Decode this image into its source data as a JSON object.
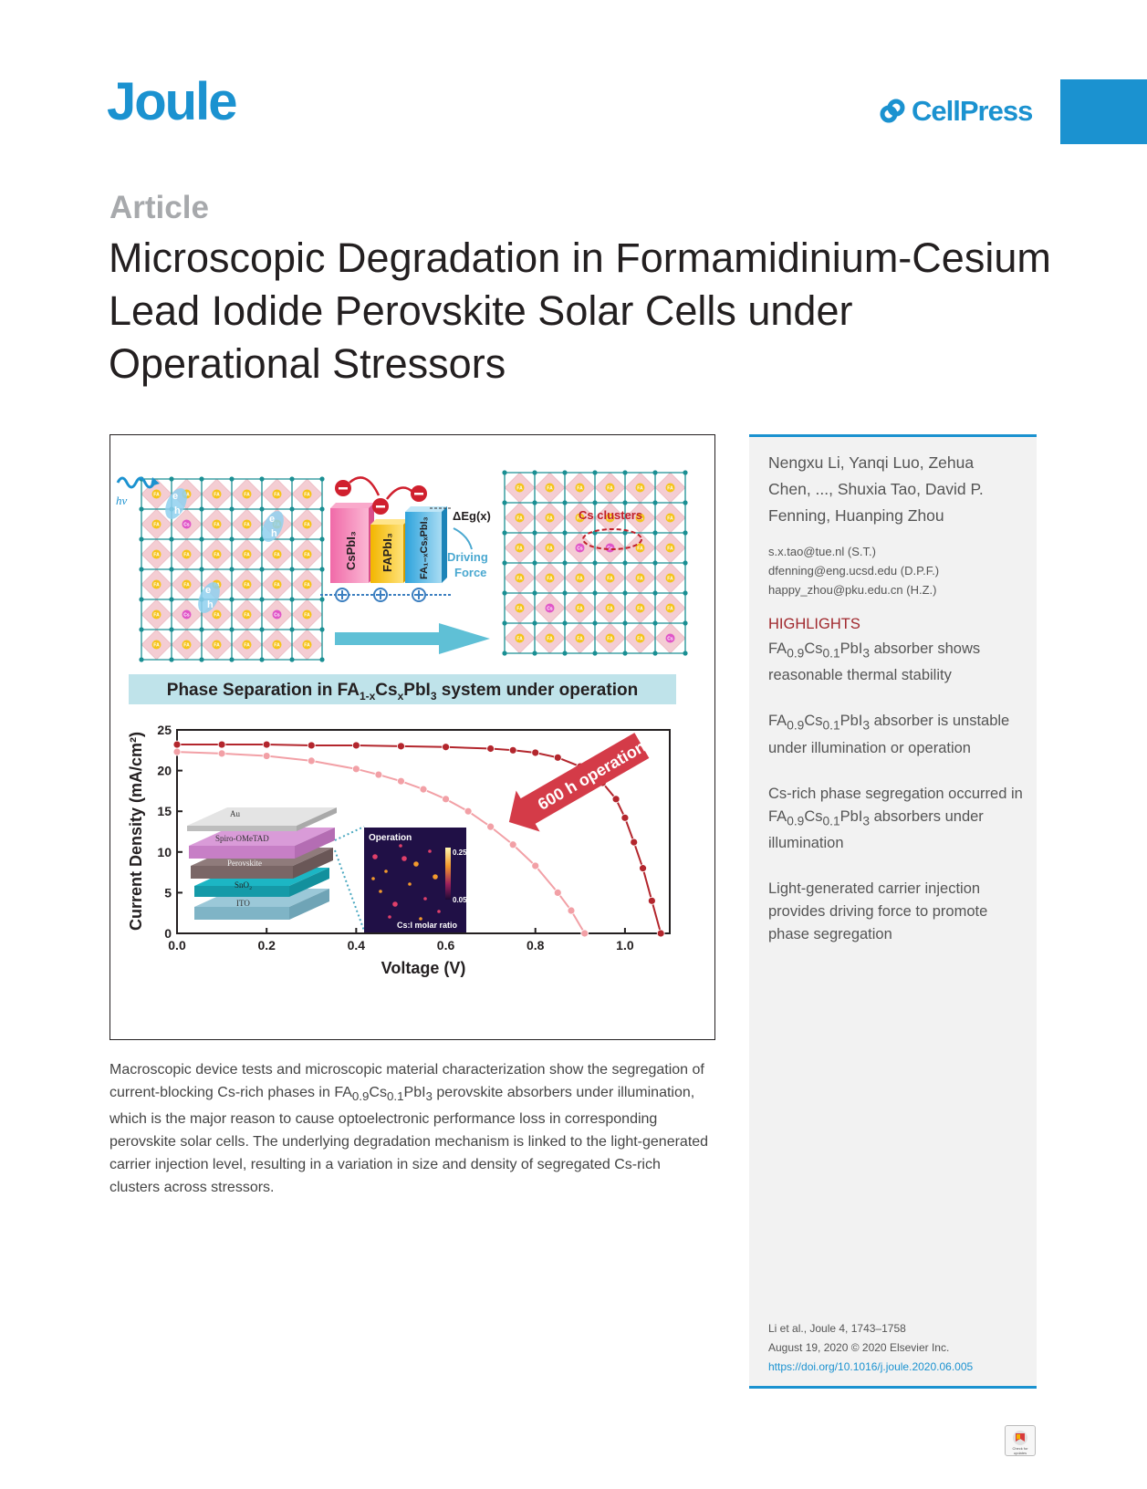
{
  "header": {
    "journal": "Joule",
    "publisher": "CellPress",
    "brand_color": "#1b92d0"
  },
  "article_type": "Article",
  "title": "Microscopic Degradation in Formamidinium-Cesium Lead Iodide Perovskite Solar Cells under Operational Stressors",
  "graphical_abstract": {
    "label_hv": "hv",
    "label_csPbI3": "CsPbI₃",
    "label_faPbI3": "FAPbI₃",
    "label_mixed": "FA₁₋ₓCsₓPbI₃",
    "label_deltaEg": "ΔEg(x)",
    "label_driving_1": "Driving",
    "label_driving_2": "Force",
    "label_cs_clusters": "Cs clusters",
    "label_FA": "FA",
    "label_Cs": "Cs",
    "label_e": "e",
    "label_h": "h",
    "banner_parts": [
      "Phase Separation in FA",
      "1-x",
      "Cs",
      "x",
      "PbI",
      "3",
      " system under operation"
    ],
    "arrow_label": "600 h operation",
    "device_layers": [
      "Au",
      "Spiro-OMeTAD",
      "Perovskite",
      "SnO₂",
      "ITO"
    ],
    "map_title": "Operation",
    "map_scale_max": "0.25",
    "map_scale_min": "0.05",
    "map_label": "Cs:I molar ratio"
  },
  "chart_data": {
    "type": "line",
    "xlabel": "Voltage (V)",
    "ylabel": "Current Density (mA/cm²)",
    "xlim": [
      0,
      1.1
    ],
    "ylim": [
      0,
      25
    ],
    "xticks": [
      "0.0",
      "0.2",
      "0.4",
      "0.6",
      "0.8",
      "1.0"
    ],
    "yticks": [
      "0",
      "5",
      "10",
      "15",
      "20",
      "25"
    ],
    "series": [
      {
        "color": "#b3262d",
        "x": [
          0.0,
          0.1,
          0.2,
          0.3,
          0.4,
          0.5,
          0.6,
          0.7,
          0.75,
          0.8,
          0.85,
          0.9,
          0.95,
          0.98,
          1.0,
          1.02,
          1.04,
          1.06,
          1.08
        ],
        "y": [
          23.2,
          23.2,
          23.2,
          23.1,
          23.1,
          23.0,
          22.9,
          22.7,
          22.5,
          22.2,
          21.6,
          20.5,
          18.5,
          16.5,
          14.2,
          11.2,
          8.0,
          4.0,
          0
        ]
      },
      {
        "color": "#f2a0a6",
        "x": [
          0.0,
          0.1,
          0.2,
          0.3,
          0.4,
          0.45,
          0.5,
          0.55,
          0.6,
          0.65,
          0.7,
          0.75,
          0.8,
          0.85,
          0.88,
          0.91
        ],
        "y": [
          22.3,
          22.1,
          21.8,
          21.2,
          20.2,
          19.5,
          18.7,
          17.7,
          16.5,
          15.0,
          13.1,
          10.9,
          8.3,
          5.0,
          2.8,
          0
        ]
      }
    ]
  },
  "caption_parts": [
    "Macroscopic device tests and microscopic material characterization show the segregation of current-blocking Cs-rich phases in FA",
    "0.9",
    "Cs",
    "0.1",
    "PbI",
    "3",
    " perovskite absorbers under illumination, which is the major reason to cause optoelectronic performance loss in corresponding perovskite solar cells. The underlying degradation mechanism is linked to the light-generated carrier injection level, resulting in a variation in size and density of segregated Cs-rich clusters across stressors."
  ],
  "sidebar": {
    "authors": "Nengxu Li, Yanqi Luo, Zehua Chen, ..., Shuxia Tao, David P. Fenning, Huanping Zhou",
    "emails": [
      "s.x.tao@tue.nl (S.T.)",
      "dfenning@eng.ucsd.edu (D.P.F.)",
      "happy_zhou@pku.edu.cn (H.Z.)"
    ],
    "highlights_heading": "HIGHLIGHTS",
    "highlights": [
      {
        "parts": [
          "FA",
          "0.9",
          "Cs",
          "0.1",
          "PbI",
          "3",
          " absorber shows reasonable thermal stability"
        ]
      },
      {
        "parts": [
          "FA",
          "0.9",
          "Cs",
          "0.1",
          "PbI",
          "3",
          " absorber is unstable under illumination or operation"
        ]
      },
      {
        "parts": [
          "Cs-rich phase segregation occurred in FA",
          "0.9",
          "Cs",
          "0.1",
          "PbI",
          "3",
          " absorbers under illumination"
        ]
      },
      {
        "parts": [
          "Light-generated carrier injection provides driving force to promote phase segregation"
        ]
      }
    ],
    "citation_line1": "Li et al., Joule 4, 1743–1758",
    "citation_line2": "August 19, 2020 © 2020 Elsevier Inc.",
    "doi": "https://doi.org/10.1016/j.joule.2020.06.005"
  },
  "crossmark_label": "Check for updates"
}
